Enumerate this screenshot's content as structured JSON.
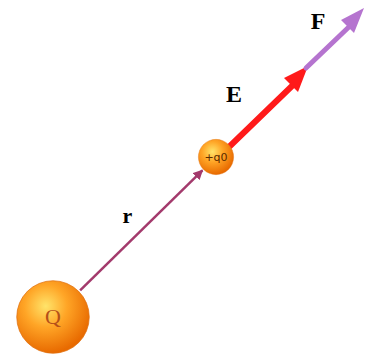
{
  "diagram": {
    "nodes": [
      {
        "text": [
          "Q"
        ]
      },
      {
        "text": [
          "+q0"
        ]
      }
    ],
    "edges": [
      {
        "from": 0,
        "to": 1,
        "arrow": "to",
        "label": "r"
      }
    ],
    "labels": [
      "E",
      "F"
    ]
  }
}
